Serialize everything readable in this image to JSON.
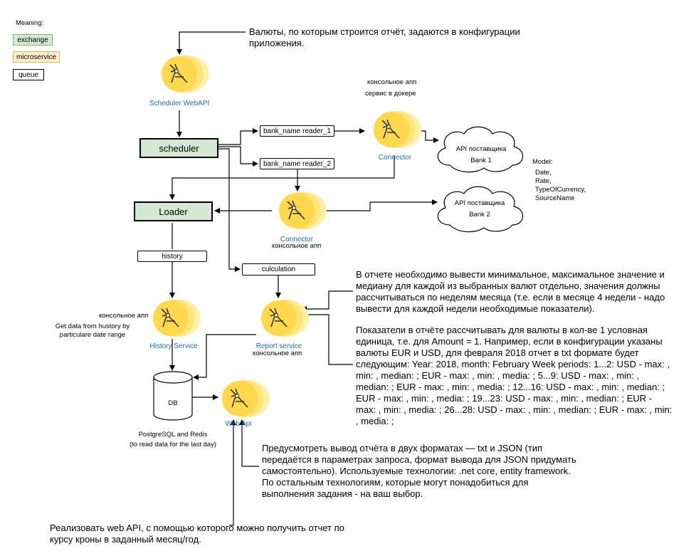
{
  "legend": {
    "title": "Meaning:",
    "exchange": "exchange",
    "microservice": "microservice",
    "queue": "queue"
  },
  "nodes": {
    "scheduler_webapi": "Scheduler WebAPI",
    "scheduler": "scheduler",
    "reader_1": "bank_name reader_1",
    "reader_2": "bank_name reader_2",
    "connector_1": "Connector",
    "connector_1_note_1": "консольное апп",
    "connector_1_note_2": "сервис в докере",
    "bank_1_line1": "API поставщика",
    "bank_1_line2": "Bank 1",
    "bank_2_line1": "API поставщика",
    "bank_2_line2": "Bank 2",
    "loader": "Loader",
    "connector_2": "Connector",
    "connector_2_note": "консольное апп",
    "history": "history",
    "culculation": "culculation",
    "history_service": "History Service",
    "history_service_note": "консольное апп",
    "history_service_desc": [
      "Get data from hustory by",
      "particulare date range"
    ],
    "report_service": "Report service",
    "report_service_note": "консольное апп",
    "db": "DB",
    "db_desc": [
      "PostgreSQL and Redis",
      "(to read data for the last day)"
    ],
    "web_api": "Web Api"
  },
  "model": [
    "Model:",
    "Date,",
    "Rate,",
    "TypeOfCurrency,",
    "SourceName"
  ],
  "notes": {
    "config": [
      "Валюты, по которым строится отчёт, задаются в конфигурации",
      "приложения."
    ],
    "report_values": [
      "В отчете необходимо вывести минимальное, максимальное значение и",
      "медиану для каждой из выбранных валют отдельно, значения должны",
      "рассчитываться по неделям месяца (т.е. если в месяце 4 недели - надо",
      "вывести для каждой недели необходимые показатели)."
    ],
    "report_amount": [
      "Показатели в отчёте рассчитывать для валюты в кол-ве 1 условная",
      "единица, т.е. для Amount = 1. Например, если в конфигурации указаны",
      "валюты EUR и USD, для февраля 2018 отчет в txt формате будет",
      "следующим: Year: 2018, month: February Week periods: 1...2: USD - max: ,",
      "min: , median: ; EUR - max: , min: , media: ; 5...9: USD - max: , min: ,",
      "median: ; EUR - max: , min: , media: ; 12...16: USD - max: , min: , median: ;",
      "EUR - max: , min: , media: ; 19...23: USD - max: , min: , median: ; EUR -",
      "max: , min: , media: ; 26...28: USD - max: , min: , median: ; EUR - max: , min:",
      ", media: ;"
    ],
    "formats": [
      "Предусмотреть вывод отчёта в двух форматах — txt и JSON (тип",
      "передаётся в параметрах запроса, формат вывода для JSON придумать",
      "самостоятельно). Используемые технологии: .net core, entity framework.",
      "По остальным технологиям, которые могут понадобиться для",
      "выполнения задания - на ваш выбор."
    ],
    "web_api_goal": [
      "Реализовать web API, с помощью которого можно получить отчет по",
      "курсу кроны в заданный месяц/год."
    ]
  },
  "colors": {
    "service_yellow": "#ffd84d",
    "service_yellow_light": "#fff0a8",
    "exchange_green": "#d5e8d4",
    "label_blue": "#1f6fb2"
  }
}
